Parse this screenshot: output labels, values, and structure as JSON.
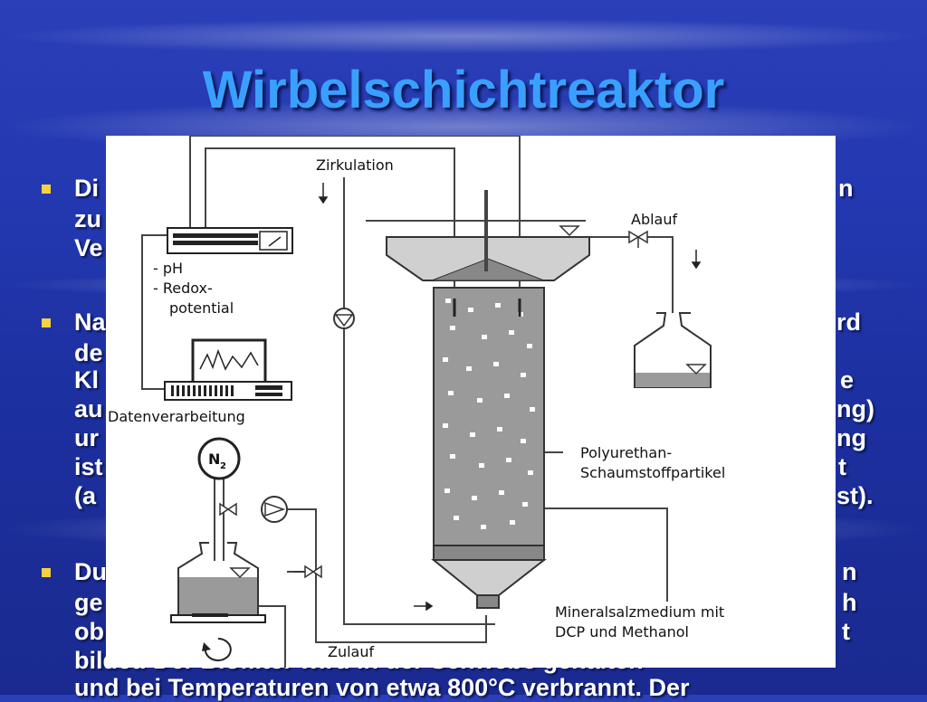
{
  "slide": {
    "title": "Wirbelschichtreaktor",
    "bullets": [
      {
        "lines": [
          "Di",
          "zu",
          "Ve"
        ],
        "right": [
          "n",
          "",
          ""
        ]
      },
      {
        "lines": [
          "Na",
          "de",
          "Kl",
          "au",
          "ur",
          "ist",
          "(a"
        ],
        "right": [
          "rd",
          "",
          "e",
          "ng)",
          "ng",
          "t",
          "st)."
        ]
      },
      {
        "lines": [
          "Du",
          "ge",
          "ob",
          "bildet. Der Biofilter wird in der Schwebe gehalten",
          "und bei Temperaturen von etwa 800°C verbrannt.   Der"
        ],
        "right": [
          "n",
          "h",
          "t",
          "",
          ""
        ]
      }
    ]
  },
  "diagram": {
    "labels": {
      "zirkulation": "Zirkulation",
      "ablauf": "Ablauf",
      "ph": "- pH",
      "redox": "- Redox-",
      "potential": "potential",
      "datenverarbeitung": "Datenverarbeitung",
      "n2": "N",
      "n2_sub": "2",
      "polyurethan1": "Polyurethan-",
      "polyurethan2": "Schaumstoffpartikel",
      "mineral1": "Mineralsalzmedium mit",
      "mineral2": "DCP und Methanol",
      "zulauf": "Zulauf"
    }
  },
  "colors": {
    "bullet": "#f5d142",
    "title": "#3aa0ff",
    "reactor_fill": "#9a9a9a",
    "panel": "#ffffff"
  }
}
